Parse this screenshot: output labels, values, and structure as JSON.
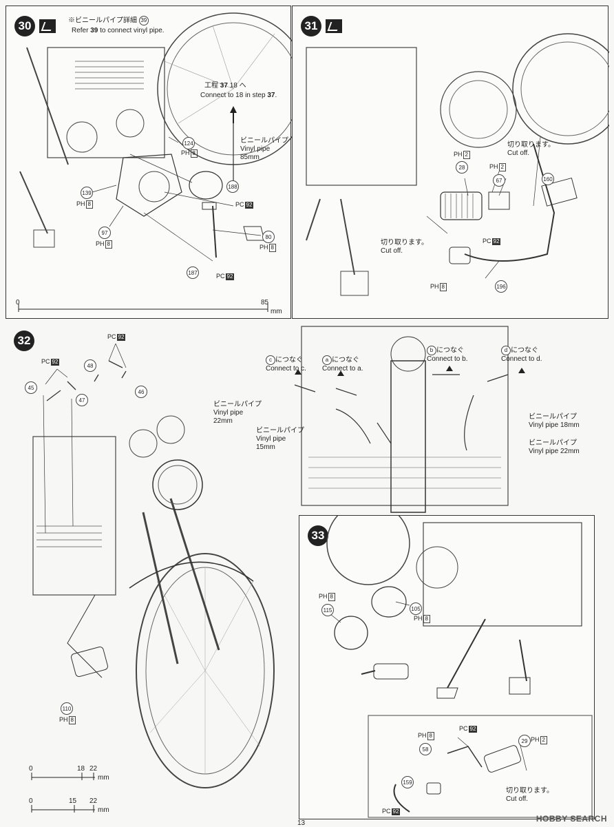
{
  "step30": {
    "number": "30",
    "note_jp": "※ビニールパイプ詳細",
    "note_ref": "39",
    "note_en_pre": "Refer",
    "note_en_post": "to connect vinyl pipe.",
    "step_ref_jp": "工程",
    "step_ref_num": "37",
    "step_ref_part": "18",
    "step_ref_he": "へ",
    "connect_to": "Connect to",
    "connect_part": "18",
    "in_step": "in step",
    "vinyl_jp": "ビニールパイプ",
    "vinyl_en": "Vinyl pipe",
    "vinyl_len": "85mm",
    "parts": [
      {
        "num": "124",
        "tree": "PH",
        "sub": "8"
      },
      {
        "num": "188",
        "tree": "",
        "sub": ""
      },
      {
        "num": "139",
        "tree": "PH",
        "sub": "8"
      },
      {
        "num": "97",
        "tree": "PH",
        "sub": "8"
      },
      {
        "num": "80",
        "tree": "PH",
        "sub": "8"
      },
      {
        "num": "187",
        "tree": "PC",
        "sub": "92"
      }
    ],
    "pc92_label": "PC",
    "pc92_sub": "92",
    "ruler_start": "0",
    "ruler_end": "85",
    "ruler_unit": "mm"
  },
  "step31": {
    "number": "31",
    "cut_jp": "切り取ります。",
    "cut_en": "Cut off.",
    "parts": [
      {
        "num": "28",
        "tree": "PH",
        "sub": "2"
      },
      {
        "num": "67",
        "tree": "PH",
        "sub": "2"
      },
      {
        "num": "160",
        "tree": "",
        "sub": ""
      },
      {
        "num": "196",
        "tree": "PH",
        "sub": "8"
      }
    ],
    "pc92_label": "PC",
    "pc92_sub": "92"
  },
  "step32": {
    "number": "32",
    "parts": [
      {
        "num": "48"
      },
      {
        "num": "45"
      },
      {
        "num": "47"
      },
      {
        "num": "46"
      },
      {
        "num": "110"
      }
    ],
    "pc92_label": "PC",
    "pc92_sub": "92",
    "ph8_label": "PH",
    "ph8_sub": "8",
    "connect_c_jp": "につなぐ",
    "connect_c_en": "Connect to",
    "letters": [
      "c",
      "a",
      "b",
      "d"
    ],
    "vinyl_jp": "ビニールパイプ",
    "vinyl_en": "Vinyl pipe",
    "vinyl_22": "22mm",
    "vinyl_15": "15mm",
    "vinyl_18": "Vinyl pipe 18mm",
    "vinyl_22b": "Vinyl pipe 22mm",
    "ruler1": [
      "0",
      "18",
      "22",
      "mm"
    ],
    "ruler2": [
      "0",
      "15",
      "22",
      "mm"
    ]
  },
  "step33": {
    "number": "33",
    "parts": [
      {
        "num": "115",
        "tree": "PH",
        "sub": "8"
      },
      {
        "num": "105",
        "tree": "PH",
        "sub": "8"
      },
      {
        "num": "58",
        "tree": "PH",
        "sub": "8"
      },
      {
        "num": "159",
        "tree": "PC",
        "sub": "92"
      },
      {
        "num": "29",
        "tree": "PH",
        "sub": "2"
      }
    ],
    "pc92_label": "PC",
    "pc92_sub": "92",
    "cut_jp": "切り取ります。",
    "cut_en": "Cut off."
  },
  "footer": {
    "page": "13",
    "watermark": "HOBBY SEARCH"
  }
}
